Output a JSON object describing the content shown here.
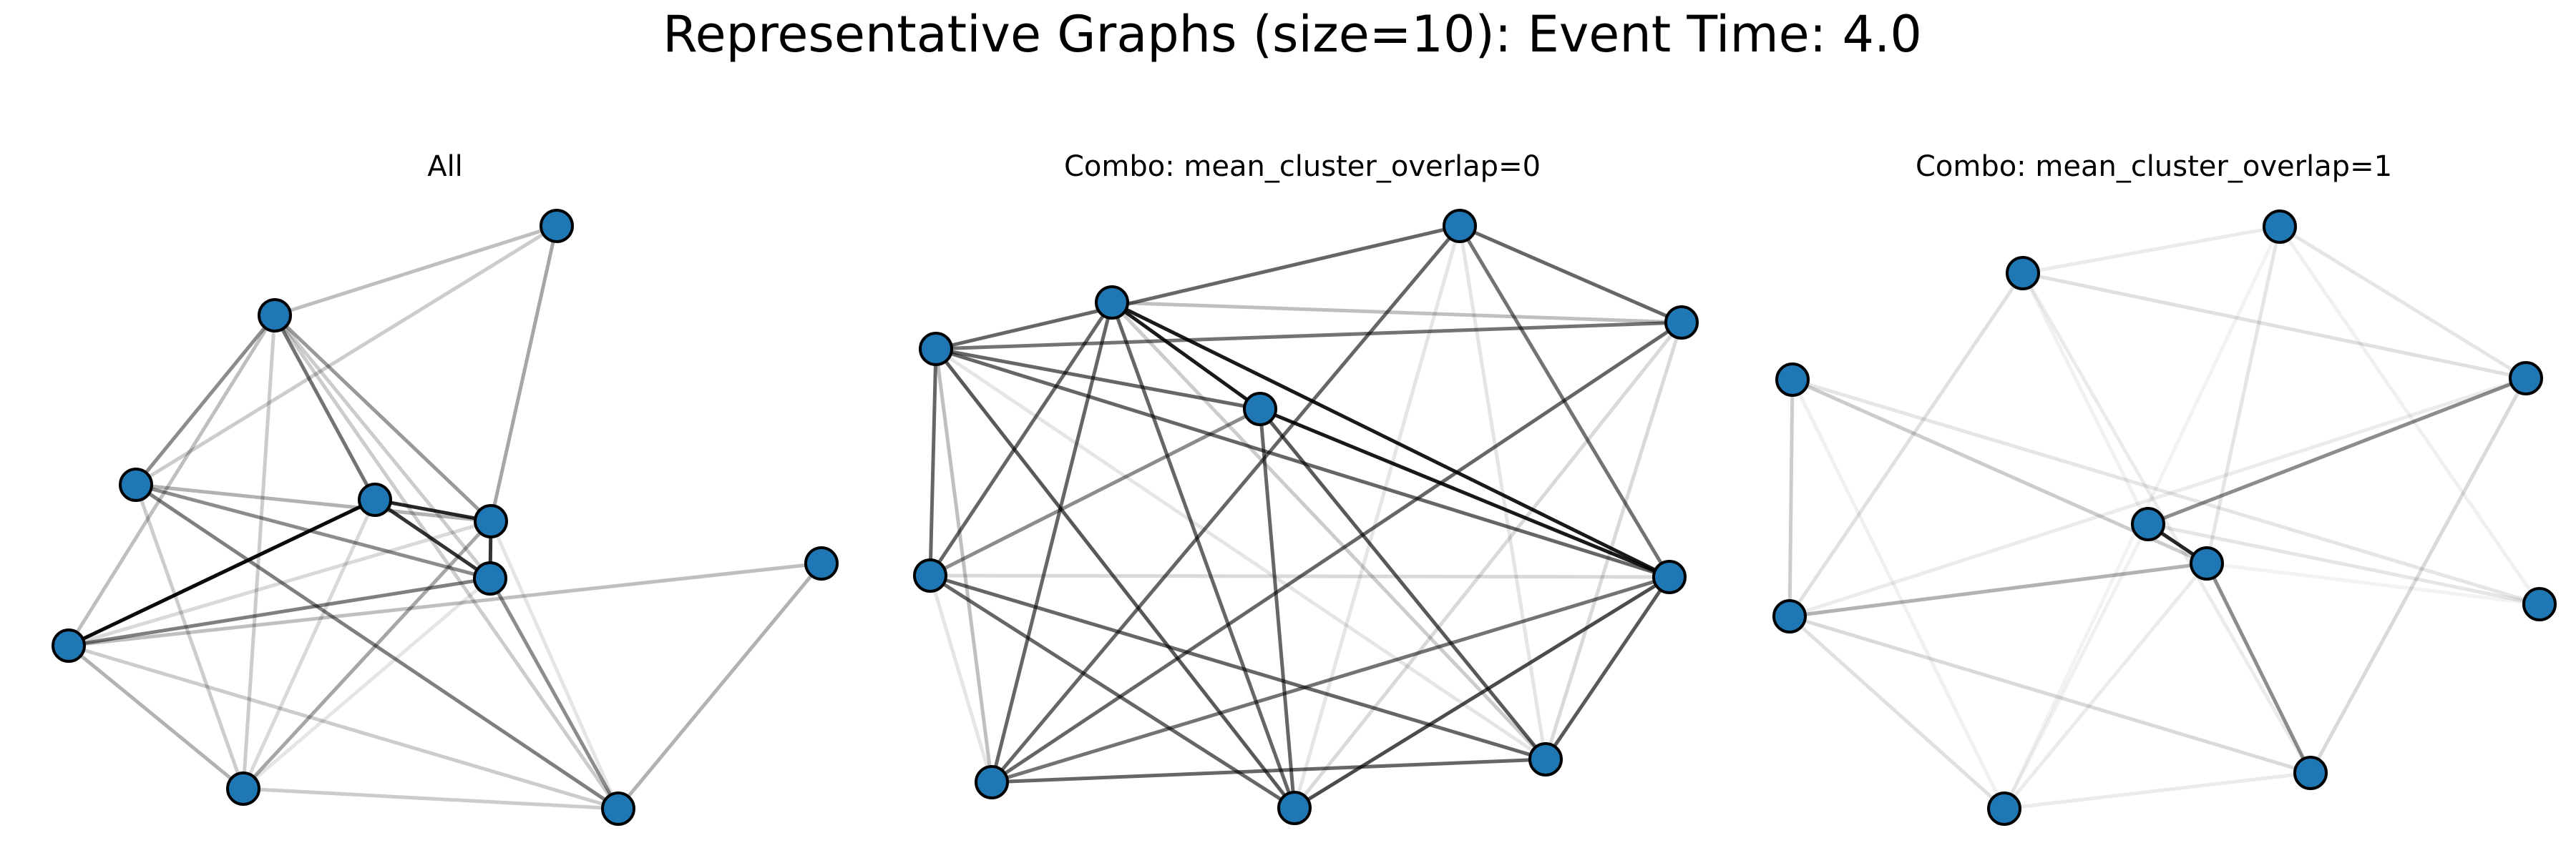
{
  "title": "Representative Graphs (size=10): Event Time: 4.0",
  "node_color": "#1f77b4",
  "edge_color": "#000000",
  "panels": [
    {
      "title": "All",
      "nodes": 10,
      "edges": [
        [
          4,
          5,
          0.9
        ],
        [
          5,
          6,
          0.85
        ],
        [
          5,
          7,
          0.8
        ],
        [
          6,
          7,
          0.8
        ],
        [
          1,
          5,
          0.55
        ],
        [
          3,
          7,
          0.45
        ],
        [
          1,
          3,
          0.45
        ],
        [
          1,
          6,
          0.4
        ],
        [
          3,
          9,
          0.5
        ],
        [
          7,
          9,
          0.45
        ],
        [
          0,
          6,
          0.35
        ],
        [
          6,
          8,
          0.35
        ],
        [
          4,
          8,
          0.3
        ],
        [
          3,
          6,
          0.3
        ],
        [
          0,
          3,
          0.2
        ],
        [
          1,
          8,
          0.2
        ],
        [
          1,
          4,
          0.25
        ],
        [
          1,
          7,
          0.2
        ],
        [
          1,
          9,
          0.2
        ],
        [
          3,
          8,
          0.2
        ],
        [
          8,
          9,
          0.2
        ],
        [
          4,
          9,
          0.2
        ],
        [
          2,
          4,
          0.25
        ],
        [
          2,
          9,
          0.3
        ],
        [
          4,
          5,
          0.6
        ],
        [
          4,
          7,
          0.5
        ],
        [
          0,
          1,
          0.25
        ],
        [
          4,
          6,
          0.15
        ],
        [
          6,
          9,
          0.1
        ],
        [
          5,
          8,
          0.15
        ],
        [
          7,
          8,
          0.1
        ]
      ]
    },
    {
      "title": "Combo: mean_cluster_overlap=0",
      "nodes": 10,
      "edges": [
        [
          3,
          4,
          0.9
        ],
        [
          3,
          6,
          0.9
        ],
        [
          4,
          6,
          0.9
        ],
        [
          2,
          4,
          0.6
        ],
        [
          2,
          5,
          0.6
        ],
        [
          3,
          8,
          0.6
        ],
        [
          4,
          7,
          0.65
        ],
        [
          3,
          9,
          0.6
        ],
        [
          4,
          9,
          0.6
        ],
        [
          6,
          7,
          0.65
        ],
        [
          3,
          5,
          0.6
        ],
        [
          6,
          9,
          0.7
        ],
        [
          5,
          7,
          0.6
        ],
        [
          5,
          9,
          0.6
        ],
        [
          7,
          8,
          0.6
        ],
        [
          0,
          1,
          0.6
        ],
        [
          0,
          2,
          0.6
        ],
        [
          1,
          2,
          0.55
        ],
        [
          2,
          6,
          0.6
        ],
        [
          2,
          9,
          0.65
        ],
        [
          6,
          8,
          0.55
        ],
        [
          1,
          8,
          0.6
        ],
        [
          0,
          8,
          0.6
        ],
        [
          0,
          6,
          0.55
        ],
        [
          3,
          1,
          0.25
        ],
        [
          4,
          5,
          0.45
        ],
        [
          2,
          8,
          0.25
        ],
        [
          3,
          7,
          0.2
        ],
        [
          1,
          7,
          0.15
        ],
        [
          2,
          7,
          0.1
        ],
        [
          0,
          9,
          0.1
        ],
        [
          1,
          9,
          0.15
        ],
        [
          0,
          7,
          0.1
        ],
        [
          5,
          8,
          0.1
        ],
        [
          6,
          5,
          0.15
        ]
      ]
    },
    {
      "title": "Combo: mean_cluster_overlap=1",
      "nodes": 10,
      "edges": [
        [
          5,
          6,
          0.85
        ],
        [
          3,
          5,
          0.45
        ],
        [
          2,
          6,
          0.2
        ],
        [
          4,
          6,
          0.3
        ],
        [
          6,
          8,
          0.45
        ],
        [
          1,
          3,
          0.12
        ],
        [
          3,
          8,
          0.15
        ],
        [
          2,
          4,
          0.2
        ],
        [
          7,
          5,
          0.1
        ],
        [
          7,
          2,
          0.1
        ],
        [
          9,
          4,
          0.12
        ],
        [
          1,
          4,
          0.12
        ],
        [
          0,
          6,
          0.1
        ],
        [
          0,
          3,
          0.1
        ],
        [
          4,
          8,
          0.15
        ],
        [
          9,
          8,
          0.08
        ],
        [
          0,
          1,
          0.08
        ],
        [
          0,
          7,
          0.06
        ],
        [
          9,
          6,
          0.08
        ],
        [
          1,
          5,
          0.06
        ],
        [
          2,
          9,
          0.06
        ],
        [
          3,
          4,
          0.08
        ],
        [
          1,
          8,
          0.08
        ],
        [
          5,
          9,
          0.06
        ],
        [
          0,
          9,
          0.05
        ],
        [
          7,
          6,
          0.05
        ]
      ]
    }
  ]
}
